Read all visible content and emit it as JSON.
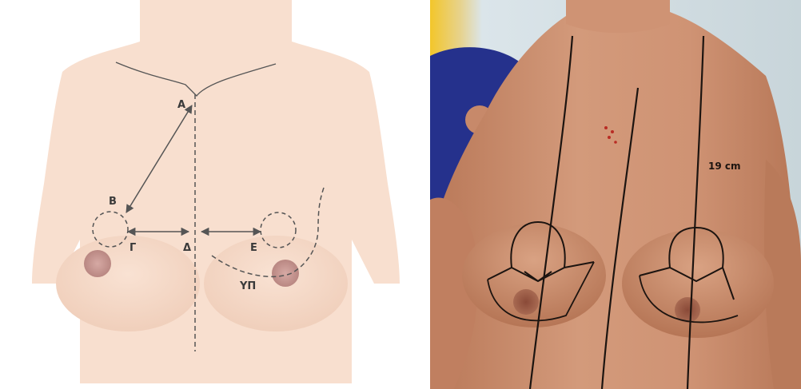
{
  "diagram": {
    "labels": {
      "A": "Α",
      "B": "Β",
      "G": "Γ",
      "D": "Δ",
      "E": "Ε",
      "YP": "ΥΠ"
    },
    "colors": {
      "skin": "#f8dfcf",
      "skin_shadow": "#efcbb7",
      "nipple": "#c79893",
      "line": "#555555"
    }
  },
  "photo": {
    "annotation": "19 cm",
    "colors": {
      "skin": "#c7896a",
      "marker": "#1c1410",
      "background_wall": "#d9e3e6",
      "blue_object": "#25318c"
    }
  }
}
